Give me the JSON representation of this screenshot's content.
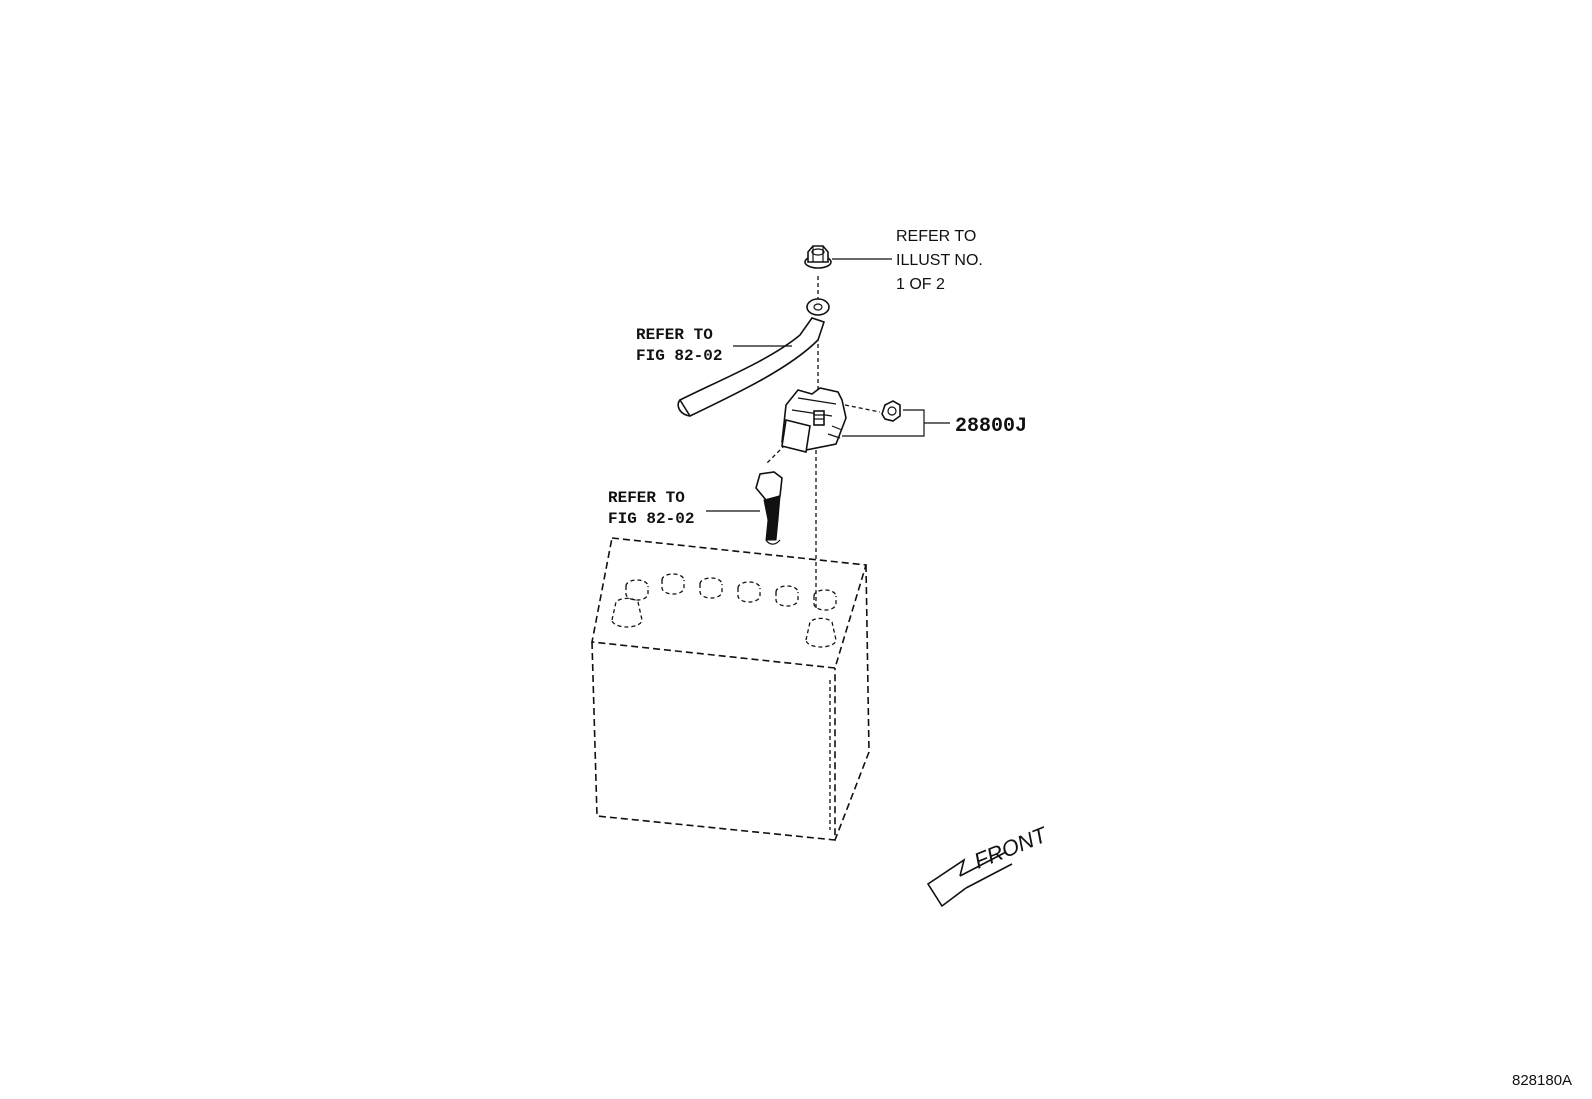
{
  "callouts": {
    "nut_ref": {
      "line1": "REFER TO",
      "line2": "ILLUST NO.",
      "line3": "1 OF 2"
    },
    "cable_ref_upper": {
      "line1": "REFER TO",
      "line2": "FIG 82-02"
    },
    "cable_ref_lower": {
      "line1": "REFER TO",
      "line2": "FIG 82-02"
    },
    "part_number": "28800J"
  },
  "direction_label": "FRONT",
  "illustration_code": "828180A"
}
